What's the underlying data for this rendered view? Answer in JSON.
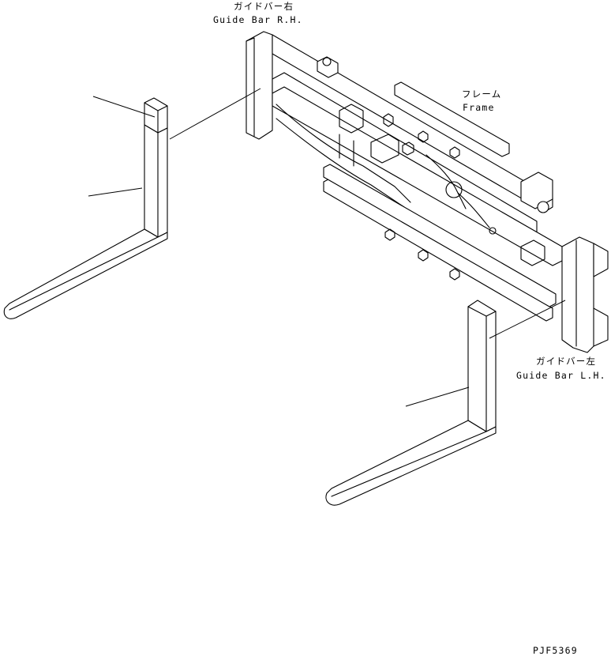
{
  "labels": {
    "guide_bar_rh_jp": "ガイドバー右",
    "guide_bar_rh_en": "Guide Bar R.H.",
    "frame_jp": "フレーム",
    "frame_en": "Frame",
    "guide_bar_lh_jp": "ガイドバー左",
    "guide_bar_lh_en": "Guide Bar L.H.",
    "drawing_number": "PJF5369"
  }
}
